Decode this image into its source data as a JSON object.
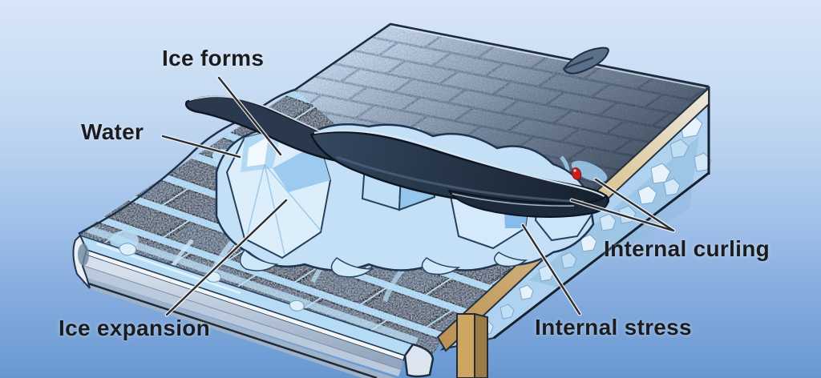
{
  "diagram": {
    "labels": {
      "ice_forms": "Ice forms",
      "water": "Water",
      "ice_expansion": "Ice expansion",
      "internal_curling": "Internal curling",
      "internal_stress": "Internal stress"
    },
    "colors": {
      "sky_top": "#d7e5f7",
      "sky_bottom": "#6d9cd6",
      "shingle_light": "#aabfd9",
      "shingle_dark": "#3f5168",
      "underlayment": "#22334a",
      "ice_light": "#e9f4fd",
      "ice_mid": "#a9d2f1",
      "water": "#a3d2f1",
      "gutter": "#ccd8e7",
      "wood": "#c19a5e",
      "marker_red": "#c6201a",
      "label_text": "#1b1c20",
      "leader_line": "#2d2d30"
    }
  }
}
